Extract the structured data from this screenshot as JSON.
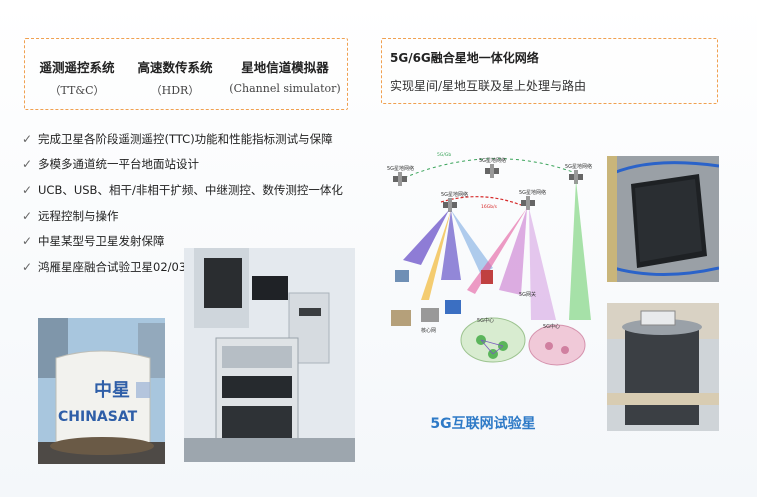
{
  "systems": [
    {
      "name": "遥测遥控系统",
      "abbr": "（TT&C）"
    },
    {
      "name": "高速数传系统",
      "abbr": "（HDR）"
    },
    {
      "name": "星地信道模拟器",
      "abbr": "(Channel simulator)"
    }
  ],
  "network": {
    "title": "5G/6G融合星地一体化网络",
    "subtitle": "实现星间/星地互联及星上处理与路由"
  },
  "bullets": [
    "完成卫星各阶段遥测遥控(TTC)功能和性能指标测试与保障",
    "多模多通道统一平台地面站设计",
    "UCB、USB、相干/非相干扩频、中继测控、数传测控一体化",
    "远程控制与操作",
    "中星某型号卫星发射保障",
    "鸿雁星座融合试验卫星02/03"
  ],
  "bullet_mark": "✓",
  "photo_chinasat": {
    "line1": "中星",
    "line2": "CHINASAT"
  },
  "diagram": {
    "sat_top": "5G星地网络",
    "sat_left": "5G星地网络",
    "sat_mid": "5G星地网络",
    "sat_right": "5G星地网络",
    "sat_far": "5G星地网络",
    "link_a": "5G/Gb",
    "link_b": "16Gb/s",
    "cloud_left": "5G中心",
    "cloud_right": "5G中心",
    "node_a": "核心网",
    "node_b": "5G网关"
  },
  "caption": "5G互联网试验星",
  "colors": {
    "dash": "#f0a050",
    "caption": "#2e7ac7"
  }
}
